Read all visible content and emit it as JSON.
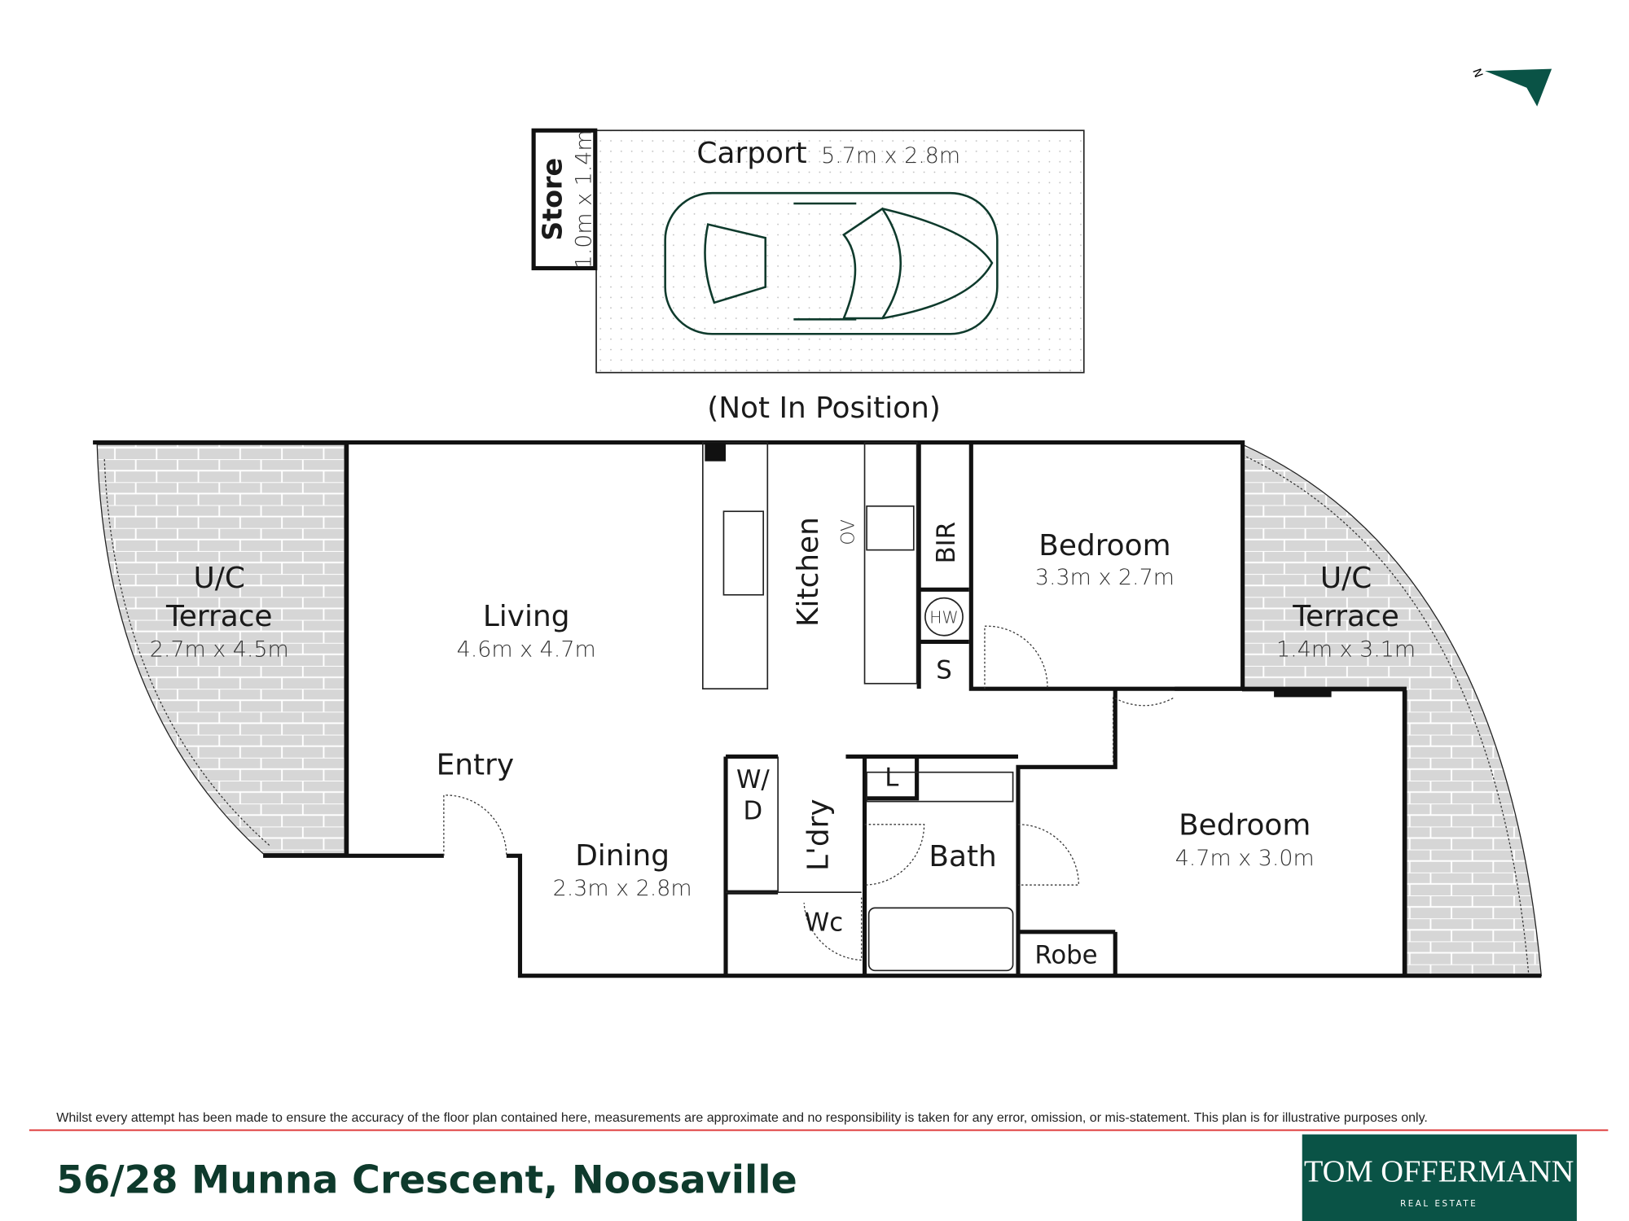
{
  "brand": {
    "name": "TOM OFFERMANN",
    "sub": "REAL ESTATE",
    "color": "#0a5346"
  },
  "north": {
    "label": "N"
  },
  "carport": {
    "name": "Carport",
    "dims": "5.7m x 2.8m",
    "note": "(Not In Position)"
  },
  "store": {
    "name": "Store",
    "dims": "1.0m x 1.4m"
  },
  "rooms": {
    "terrace_left": {
      "name1": "U/C",
      "name2": "Terrace",
      "dims": "2.7m x 4.5m"
    },
    "living": {
      "name": "Living",
      "dims": "4.6m x 4.7m"
    },
    "kitchen": {
      "name": "Kitchen",
      "ov": "OV"
    },
    "bir": "BIR",
    "hw": "HW",
    "s": "S",
    "bedroom1": {
      "name": "Bedroom",
      "dims": "3.3m x 2.7m"
    },
    "terrace_right": {
      "name1": "U/C",
      "name2": "Terrace",
      "dims": "1.4m x 3.1m"
    },
    "entry": "Entry",
    "dining": {
      "name": "Dining",
      "dims": "2.3m x 2.8m"
    },
    "wd1": "W/",
    "wd2": "D",
    "laundry": "L'dry",
    "l": "L",
    "bath": "Bath",
    "wc": "Wc",
    "robe": "Robe",
    "bedroom2": {
      "name": "Bedroom",
      "dims": "4.7m x 3.0m"
    }
  },
  "footer": {
    "disclaimer": "Whilst every attempt has been made to ensure the accuracy of the floor plan contained here, measurements are approximate and no responsibility is taken for any error, omission, or mis-statement. This plan is for illustrative purposes only.",
    "address": "56/28 Munna Crescent, Noosaville"
  }
}
